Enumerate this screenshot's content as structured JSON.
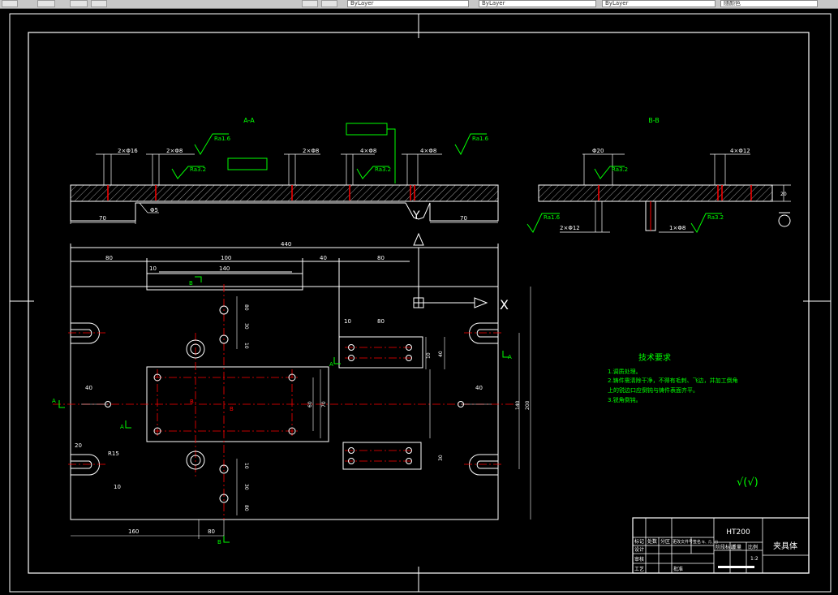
{
  "toolbar": {
    "combos": [
      "ByLayer",
      "ByLayer",
      "ByLayer",
      "随颜色"
    ]
  },
  "drawing": {
    "section_aa": {
      "title": "A-A",
      "callouts": [
        "2×Φ16",
        "2×Φ8",
        "2×Φ8",
        "4×Φ8",
        "4×Φ8"
      ],
      "roughness": [
        "Ra1.6",
        "Ra3.2",
        "Ra3.2",
        "Ra1.6"
      ],
      "dims": [
        "70",
        "70"
      ],
      "small_dims": [
        "Φ5"
      ],
      "axis_y": "Y"
    },
    "section_bb": {
      "title": "B-B",
      "callouts": [
        "Φ20",
        "4×Φ12"
      ],
      "roughness": [
        "Ra3.2",
        "Ra1.6",
        "Ra3.2"
      ],
      "notes": [
        "2×Φ12",
        "1×Φ8"
      ],
      "dim_height": "20"
    },
    "plan": {
      "overall_width": "440",
      "top_dims": [
        "80",
        "100",
        "40",
        "80"
      ],
      "second_dims": [
        "10",
        "140"
      ],
      "axis_x": "X",
      "left_dims": [
        "40",
        "20"
      ],
      "right_dims": [
        "40"
      ],
      "bottom_dims": [
        "160",
        "80"
      ],
      "vertical_dims": [
        "80",
        "30",
        "10",
        "10",
        "30",
        "80"
      ],
      "pocket_dims": [
        "10",
        "80"
      ],
      "pocket_vdims": [
        "10",
        "40",
        "30"
      ],
      "center_dims": [
        "60",
        "70",
        "140",
        "200"
      ],
      "radius_labels": [
        "R15",
        "10"
      ],
      "section_labels": [
        "A",
        "A",
        "A",
        "A",
        "B",
        "B",
        "B",
        "B"
      ]
    },
    "tech_req": {
      "title": "技术要求",
      "lines": [
        "1.调质处理。",
        "2.铸件需清除干净，不得有毛刺、飞边，并加工倒角",
        "上的锐边口应倒钝与铸件表面齐平。",
        "3.锐角倒钝。"
      ]
    },
    "finish_symbol": "√(√)",
    "title_block": {
      "material": "HT200",
      "part_name": "夹具体",
      "row_labels": [
        "标记",
        "处数",
        "分区",
        "更改文件号",
        "签名",
        "年、月、日"
      ],
      "left_labels": [
        "设计",
        "审核",
        "工艺"
      ],
      "mid_labels": [
        "阶段标记",
        "重量",
        "比例"
      ],
      "scale": "1:2",
      "approve": "批准"
    }
  },
  "colors": {
    "background": "#000000",
    "frame": "#ffffff",
    "centerline": "#ff0000",
    "annotation": "#00ff00",
    "dimension": "#ffffff",
    "hatch": "#ffffff"
  }
}
